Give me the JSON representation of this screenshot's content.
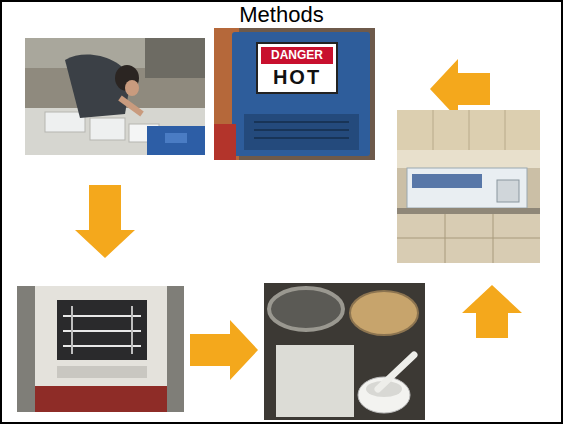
{
  "diagram": {
    "title": "Methods",
    "nodes": [
      {
        "text": []
      },
      {
        "text": [
          "DANGER",
          "HOT"
        ]
      },
      {
        "text": []
      },
      {
        "text": []
      },
      {
        "text": []
      }
    ],
    "edges": [
      {
        "from": 0,
        "to": 3,
        "arrow": "to"
      },
      {
        "from": 3,
        "to": 4,
        "arrow": "to"
      },
      {
        "from": 4,
        "to": 2,
        "arrow": "to"
      },
      {
        "from": 2,
        "to": 1,
        "arrow": "to"
      }
    ]
  }
}
